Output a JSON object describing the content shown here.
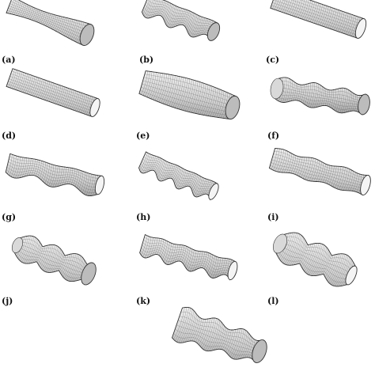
{
  "labels": {
    "a": "(a)",
    "b": "(b)",
    "c": "(c)",
    "d": "(d)",
    "e": "(e)",
    "f": "(f)",
    "g": "(g)",
    "h": "(h)",
    "i": "(i)",
    "j": "(j)",
    "k": "(k)",
    "l": "(l)"
  },
  "colors": {
    "surface": "#cfcfcf",
    "mesh": "#5a5a5a",
    "edge": "#333333"
  }
}
